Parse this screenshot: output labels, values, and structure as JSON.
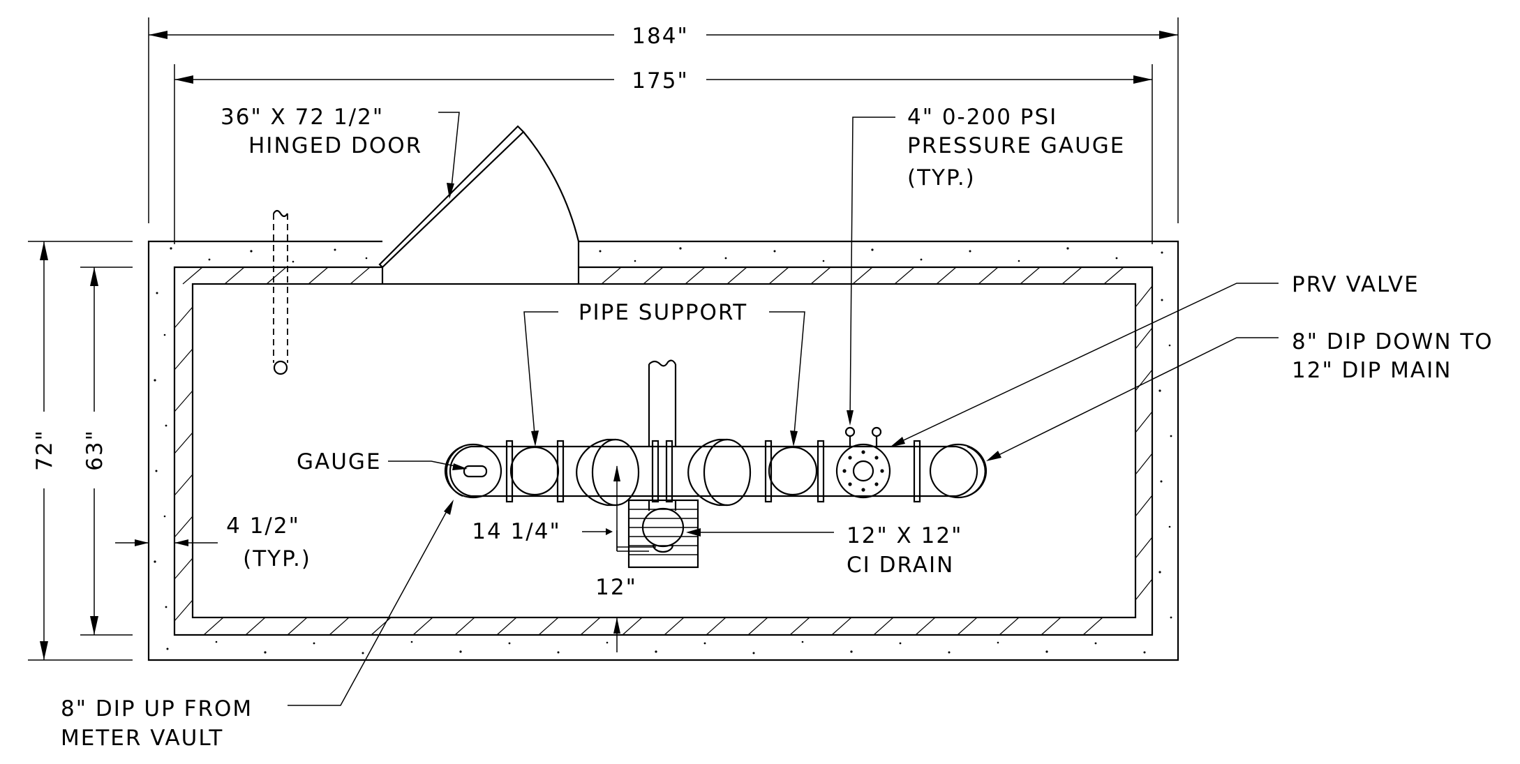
{
  "dimensions": {
    "overall_width": "184\"",
    "inner_width": "175\"",
    "overall_height": "72\"",
    "inner_height": "63\"",
    "wall_thickness": "4 1/2\"",
    "wall_thickness_note": "(TYP.)",
    "drain_offset": "14 1/4\"",
    "drain_size": "12\""
  },
  "callouts": {
    "door_line1": "36\" X 72 1/2\"",
    "door_line2": "HINGED DOOR",
    "gauge_top_line1": "4\" 0-200 PSI",
    "gauge_top_line2": "PRESSURE GAUGE",
    "gauge_top_line3": "(TYP.)",
    "pipe_support": "PIPE SUPPORT",
    "prv_valve": "PRV VALVE",
    "dip_down_line1": "8\" DIP DOWN TO",
    "dip_down_line2": "12\" DIP MAIN",
    "gauge": "GAUGE",
    "drain_line1": "12\" X 12\"",
    "drain_line2": "CI DRAIN",
    "dip_up_line1": "8\" DIP UP FROM",
    "dip_up_line2": "METER VAULT"
  }
}
